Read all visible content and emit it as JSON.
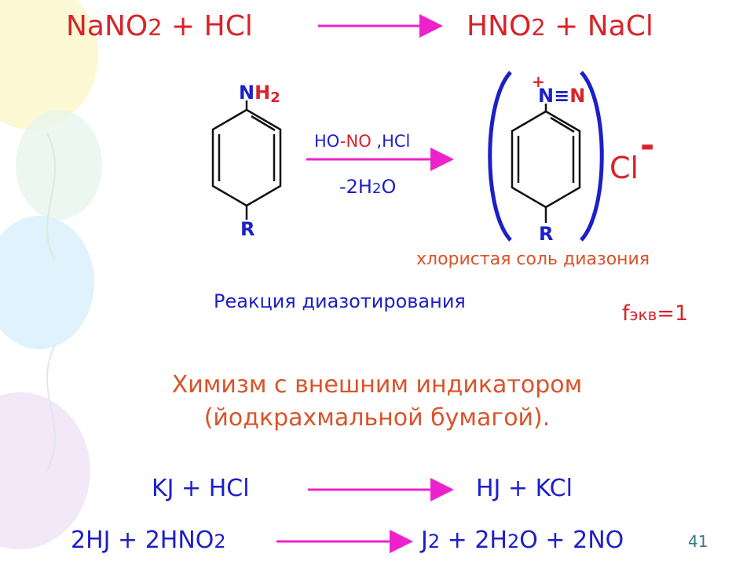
{
  "slide": {
    "top_equation": {
      "left_a": "NaNO",
      "left_a_sub": "2",
      "left_b": " + HCl",
      "right_a": "HNO",
      "right_a_sub": "2",
      "right_b": " + NaCl"
    },
    "reactant": {
      "group_n": "N",
      "group_h": "H",
      "group_sub": "2",
      "substituent": "R"
    },
    "reagent_above": {
      "ho": "HO",
      "dash_no": "-NO",
      "hcl": " ,HCl"
    },
    "reagent_below": {
      "a": "-2H",
      "sub": "2",
      "b": "O"
    },
    "product": {
      "plus": "+",
      "n1": "N",
      "triple": "≡",
      "n2": "N",
      "substituent": "R",
      "counterion": "Cl",
      "charge": "-",
      "caption": "хлористая соль диазония"
    },
    "reaction_name": "Реакция диазотирования",
    "f_equiv": {
      "f": "f",
      "sub": "экв",
      "value": "=1"
    },
    "chemistry_title": {
      "line1": "Химизм с внешним индикатором",
      "line2": "(йодкрахмальной бумагой)."
    },
    "eq1": {
      "left": "KJ + HCl",
      "right": "HJ + KCl"
    },
    "eq2": {
      "left_a": "2HJ + 2HNO",
      "left_sub": "2",
      "r1": "J",
      "r1_sub": "2",
      "r2": " + 2H",
      "r2_sub": "2",
      "r3": "O + 2NO"
    },
    "page_number": "41"
  },
  "colors": {
    "red": "#d8232a",
    "blue": "#1d1fc8",
    "orange": "#d8542a",
    "pink": "#e0207a",
    "arrow": "#ee22cc"
  }
}
